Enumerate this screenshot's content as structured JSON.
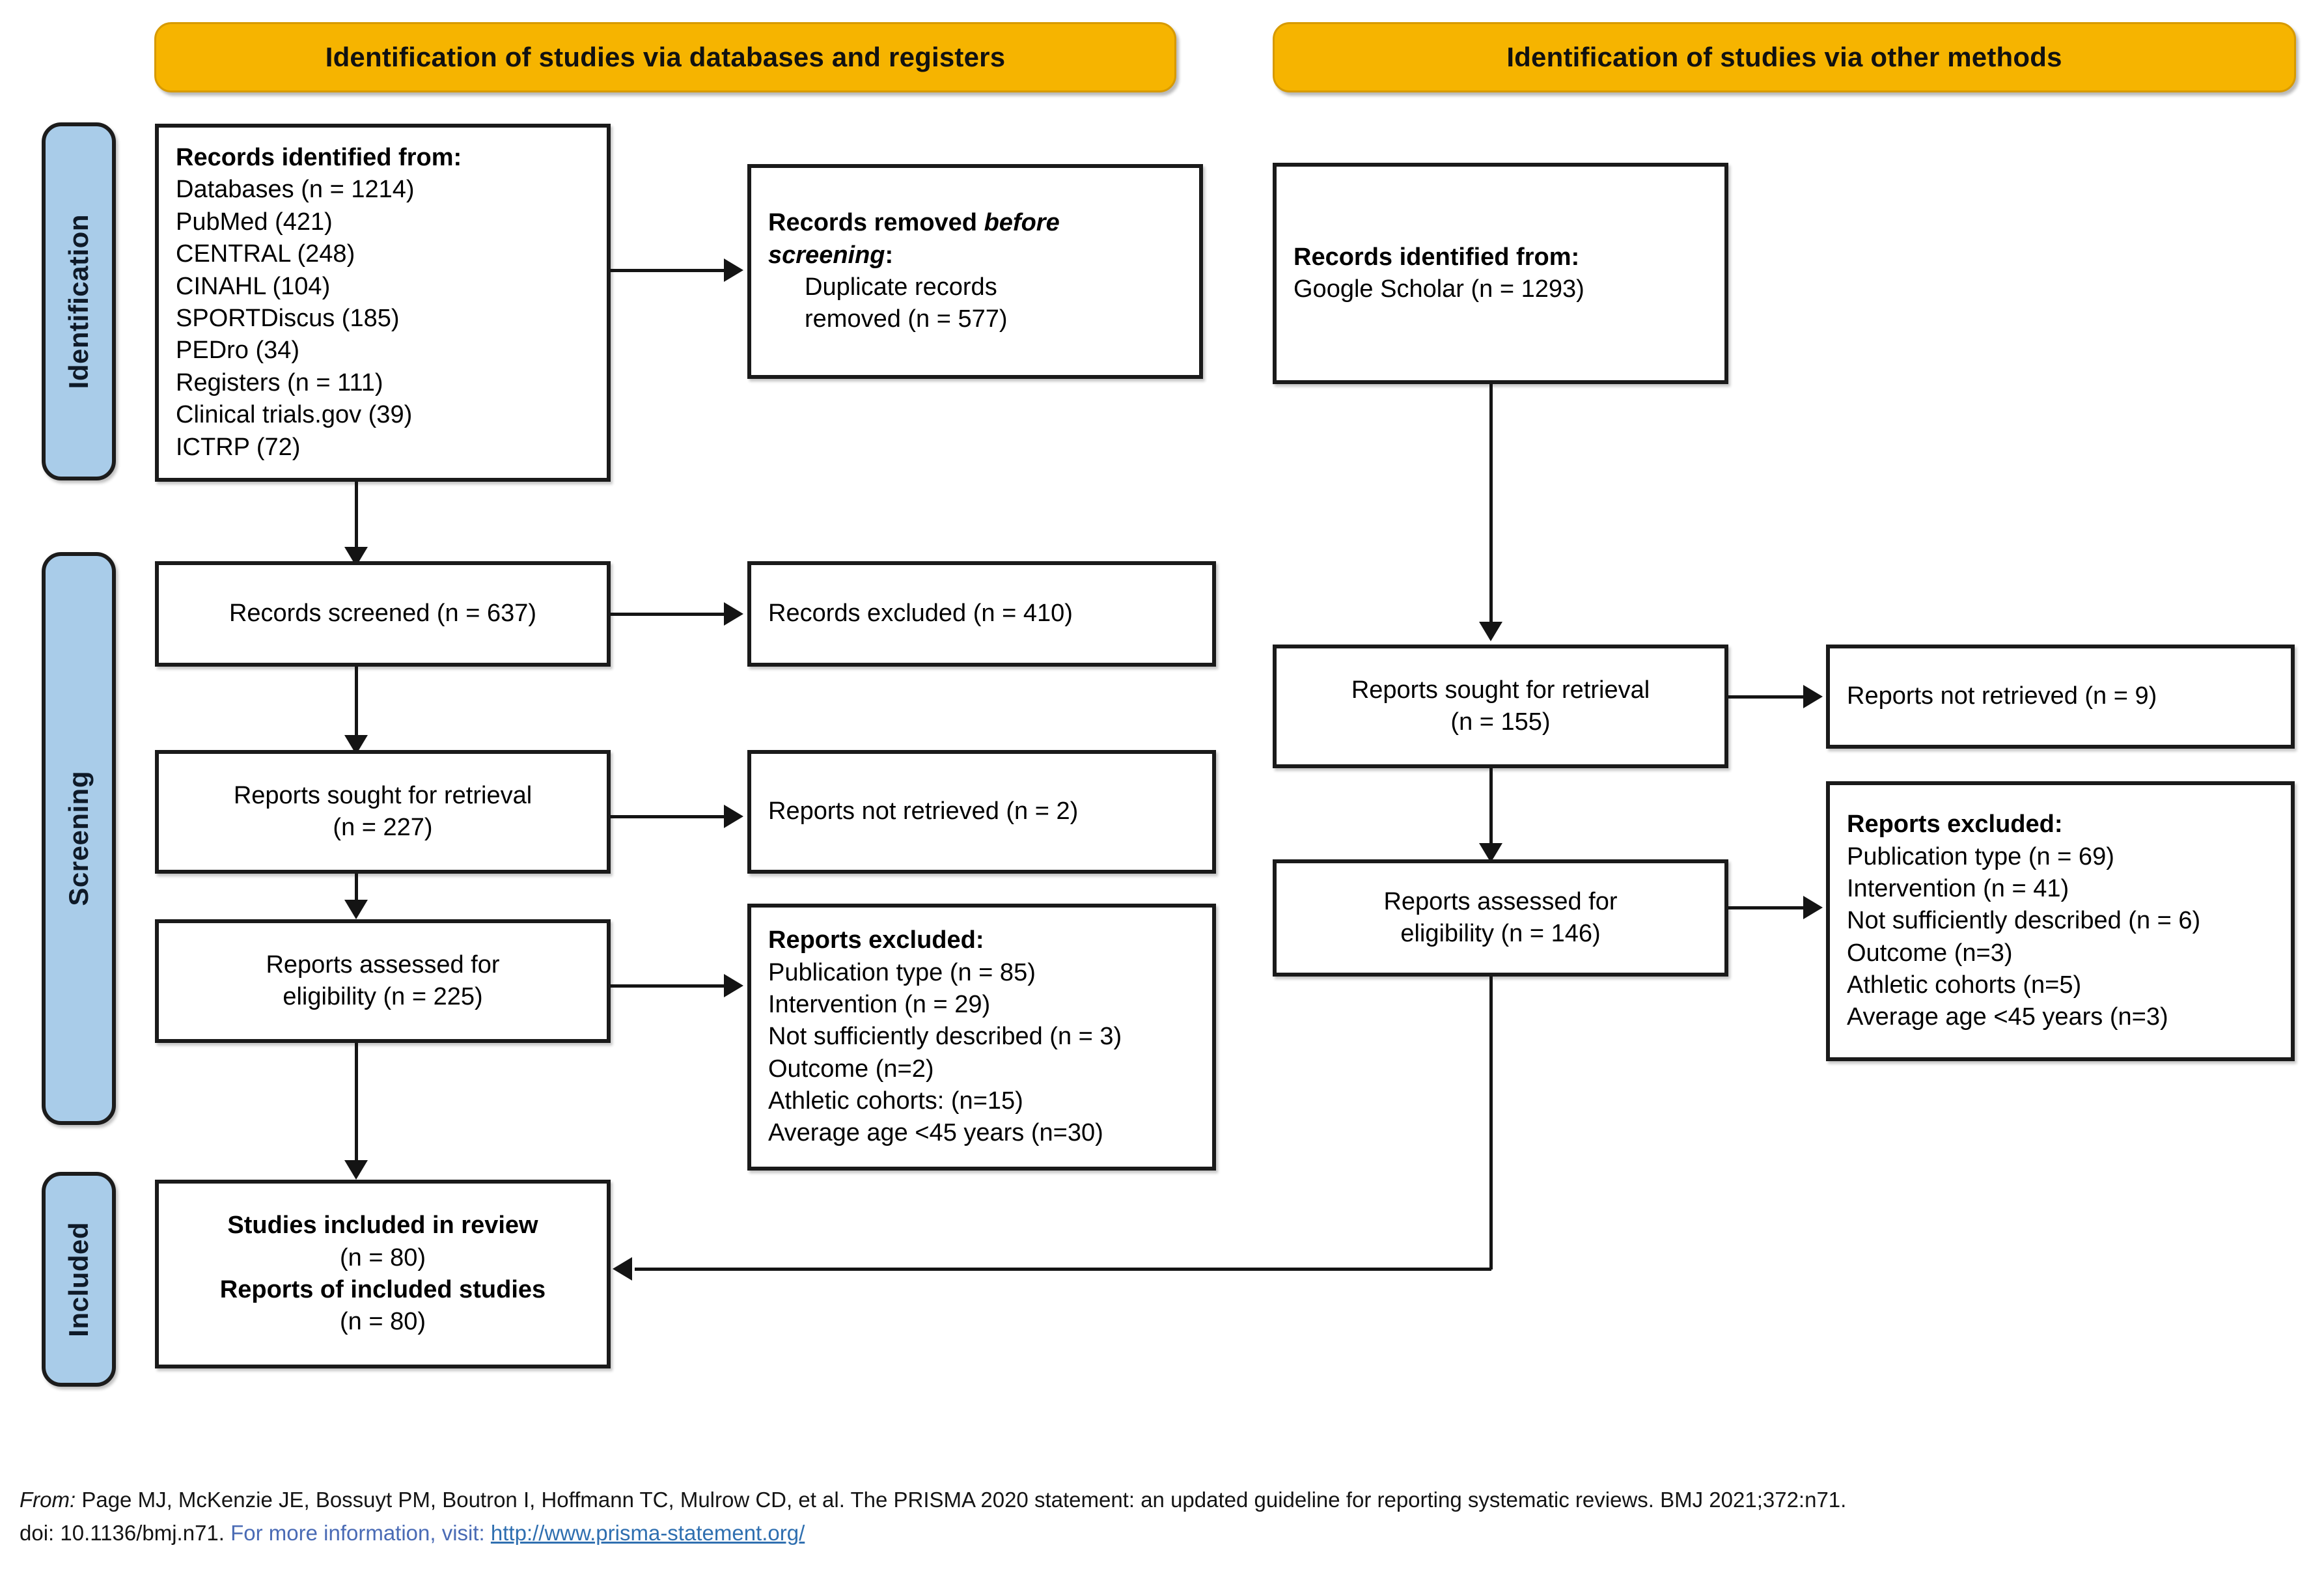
{
  "headers": {
    "left": "Identification of studies via databases and registers",
    "right": "Identification of studies via other methods"
  },
  "stage_labels": {
    "identification": "Identification",
    "screening": "Screening",
    "included": "Included"
  },
  "left_column": {
    "identified": {
      "title": "Records identified from:",
      "items": [
        "Databases (n = 1214)",
        "PubMed (421)",
        "CENTRAL (248)",
        "CINAHL (104)",
        "SPORTDiscus (185)",
        "PEDro (34)",
        "Registers (n = 111)",
        "Clinical trials.gov (39)",
        "ICTRP (72)"
      ]
    },
    "removed": {
      "title_a": "Records removed ",
      "title_b": "before screening",
      "title_c": ":",
      "line1": "Duplicate records",
      "line2": "removed (n = 577)"
    },
    "screened": "Records screened (n = 637)",
    "records_excluded": "Records excluded (n = 410)",
    "sought": {
      "line1": "Reports sought for retrieval",
      "line2": "(n = 227)"
    },
    "not_retrieved": "Reports not retrieved (n = 2)",
    "assessed": {
      "line1": "Reports assessed for",
      "line2": "eligibility (n = 225)"
    },
    "reports_excluded": {
      "title": "Reports excluded:",
      "items": [
        "Publication type (n = 85)",
        "Intervention (n = 29)",
        "Not sufficiently described (n = 3)",
        "Outcome (n=2)",
        "Athletic cohorts: (n=15)",
        "Average age <45 years (n=30)"
      ]
    },
    "included": {
      "line1": "Studies included in review",
      "line2": "(n = 80)",
      "line3": "Reports of included studies",
      "line4": "(n = 80)"
    }
  },
  "right_column": {
    "identified": {
      "title": "Records identified from:",
      "items": [
        "Google Scholar (n = 1293)"
      ]
    },
    "sought": {
      "line1": "Reports sought for retrieval",
      "line2": "(n = 155)"
    },
    "not_retrieved": "Reports not retrieved (n = 9)",
    "assessed": {
      "line1": "Reports assessed for",
      "line2": "eligibility (n = 146)"
    },
    "reports_excluded": {
      "title": "Reports excluded:",
      "items": [
        "Publication type (n = 69)",
        "Intervention (n = 41)",
        "Not sufficiently described (n = 6)",
        "Outcome (n=3)",
        "Athletic cohorts (n=5)",
        "Average age <45 years (n=3)"
      ]
    }
  },
  "footer": {
    "from_label": "From:",
    "citation": "Page MJ, McKenzie JE, Bossuyt PM, Boutron I, Hoffmann TC, Mulrow CD, et al. The PRISMA 2020 statement: an updated guideline for reporting systematic reviews. BMJ 2021;372:n71.",
    "doi": "doi: 10.1136/bmj.n71.",
    "more_info": "For more information, visit:",
    "url": "http://www.prisma-statement.org/"
  },
  "colors": {
    "header_gold": "#F6B400",
    "stage_blue": "#A9CCE9",
    "box_border": "#1A1A1A",
    "link_blue": "#2F6FB0"
  }
}
